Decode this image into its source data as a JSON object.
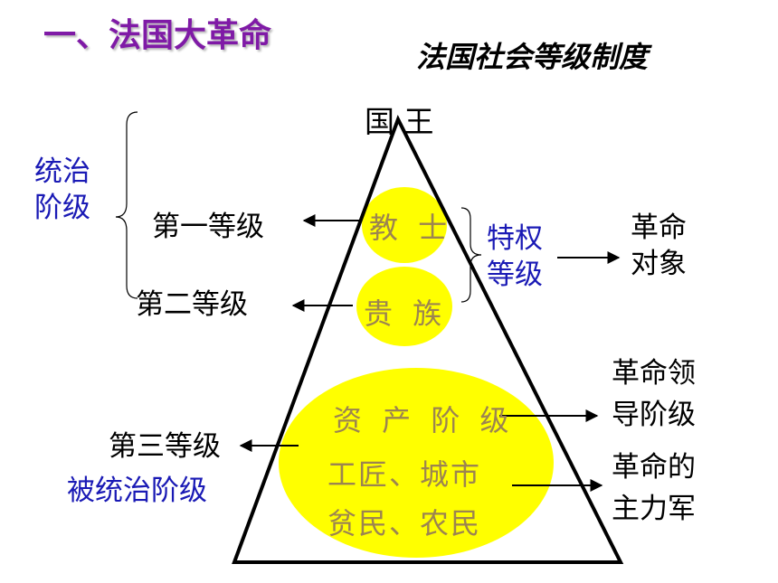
{
  "title": "一、法国大革命",
  "subtitle": "法国社会等级制度",
  "pyramid": {
    "apex_label": "国 王",
    "clergy_label": "教 士",
    "nobility_label": "贵 族",
    "third_estate_lines": [
      "资 产 阶 级",
      "工匠、城市",
      "贫民、农民"
    ],
    "ellipse_color": "#ffff00"
  },
  "left": {
    "ruling_class": [
      "统治",
      "阶级"
    ],
    "first_estate": "第一等级",
    "second_estate": "第二等级",
    "third_estate": "第三等级",
    "ruled_class": "被统治阶级"
  },
  "right": {
    "privileged": [
      "特权",
      "等级"
    ],
    "revolution_target": [
      "革命",
      "对象"
    ],
    "revolution_leaders": [
      "革命领",
      "导阶级"
    ],
    "revolution_main_force": [
      "革命的",
      "主力军"
    ]
  },
  "colors": {
    "title": "#7f1aa6",
    "blue_label": "#1a1ab5",
    "ellipse_text": "#9c8450"
  }
}
